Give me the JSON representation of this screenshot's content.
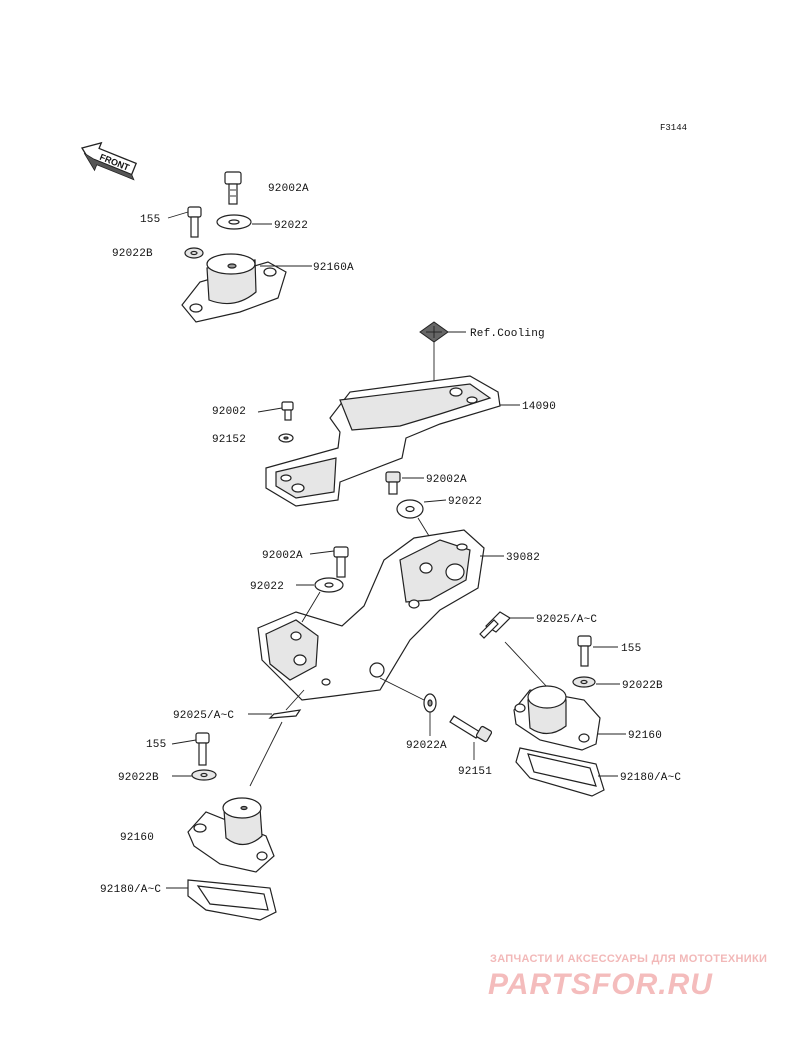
{
  "figure_code": "F3144",
  "front_label": "FRONT",
  "labels": {
    "bolt_top": "92002A",
    "bolt_155_top": "155",
    "washer_top": "92022",
    "washer_b_top": "92022B",
    "damper_top": "92160A",
    "ref_cooling": "Ref.Cooling",
    "bracket": "14090",
    "bolt_92002": "92002",
    "washer_92152": "92152",
    "bolt_mid": "92002A",
    "washer_mid": "92022",
    "mount_39082": "39082",
    "bolt_left": "92002A",
    "washer_left": "92022",
    "clip_right": "92025/A~C",
    "bolt_155_right": "155",
    "washer_b_right": "92022B",
    "damper_right": "92160",
    "shim_right": "92180/A~C",
    "clip_left": "92025/A~C",
    "washer_a_center": "92022A",
    "bolt_92151": "92151",
    "bolt_155_left": "155",
    "washer_b_left": "92022B",
    "damper_left": "92160",
    "shim_left": "92180/A~C"
  },
  "watermark": {
    "tagline": "ЗАПЧАСТИ И АКСЕССУАРЫ ДЛЯ МОТОТЕХНИКИ",
    "logo": "PARTSFOR.RU"
  }
}
